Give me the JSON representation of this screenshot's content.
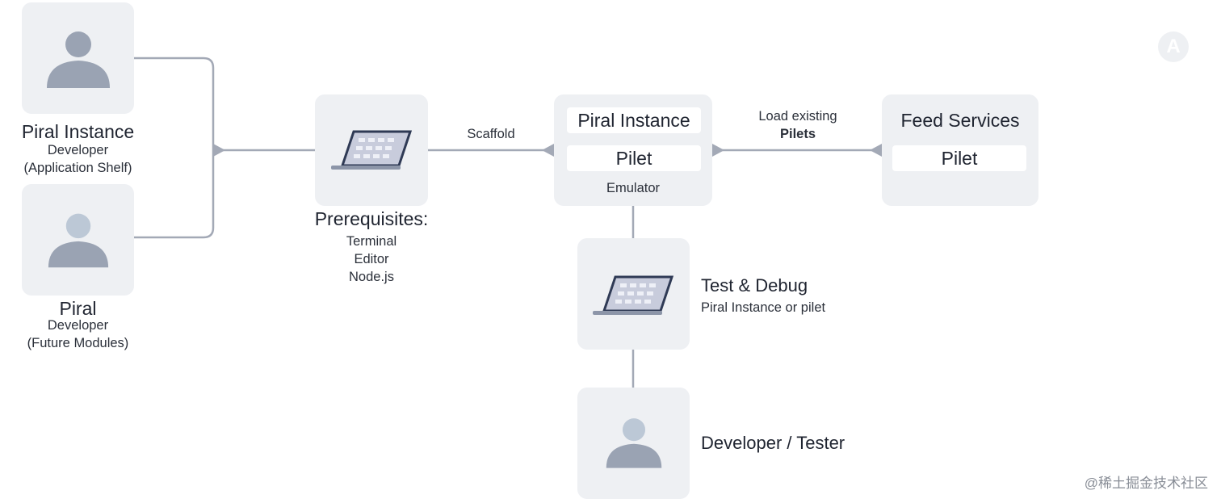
{
  "developers": {
    "piral_instance": {
      "title": "Piral Instance",
      "role": "Developer",
      "detail": "(Application Shelf)"
    },
    "piral": {
      "title": "Piral",
      "role": "Developer",
      "detail": "(Future Modules)"
    }
  },
  "prerequisites": {
    "title": "Prerequisites:",
    "items": [
      "Terminal",
      "Editor",
      "Node.js"
    ]
  },
  "scaffold_label": "Scaffold",
  "piral_instance_box": {
    "title": "Piral Instance",
    "pilet": "Pilet",
    "caption": "Emulator"
  },
  "load_label": {
    "line1": "Load existing",
    "line2": "Pilets"
  },
  "feed_services_box": {
    "title": "Feed Services",
    "pilet": "Pilet"
  },
  "test_debug": {
    "title": "Test & Debug",
    "subtitle": "Piral Instance or pilet"
  },
  "developer_tester": {
    "title": "Developer / Tester"
  },
  "watermark": "@稀土掘金技术社区",
  "logo_letter": "A",
  "colors": {
    "card": "#eef0f3",
    "line": "#a3a9b6",
    "person": "#9aa3b3",
    "laptop": "#2f3a55"
  },
  "icons": [
    "person-icon",
    "laptop-icon",
    "brand-logo-icon"
  ]
}
